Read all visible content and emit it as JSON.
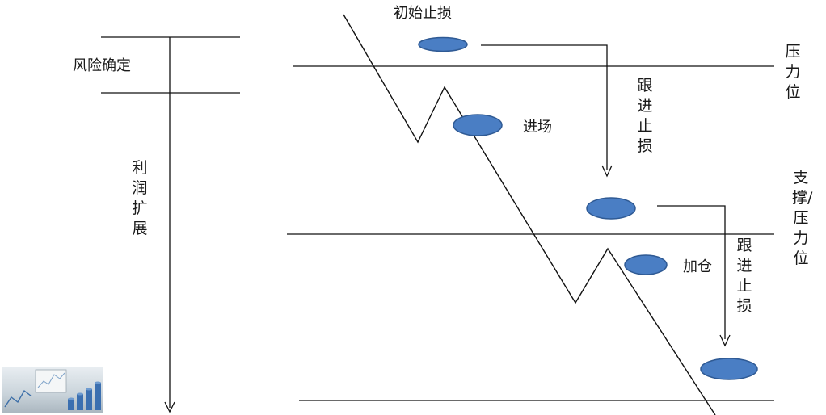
{
  "labels": {
    "risk_defined": "风险确定",
    "profit_expansion": "利润扩展",
    "initial_stop": "初始止损",
    "entry": "进场",
    "add_position": "加仓",
    "trailing_stop_1": "跟进止损",
    "trailing_stop_2": "跟进止损",
    "resistance": "压力位",
    "support_resistance": "支撑/压力位"
  },
  "colors": {
    "line": "#111111",
    "marker_fill": "#4a7ec4",
    "marker_stroke": "#2f5a94"
  },
  "icons": {
    "thumbnail": "stock-chart-thumbnail"
  }
}
